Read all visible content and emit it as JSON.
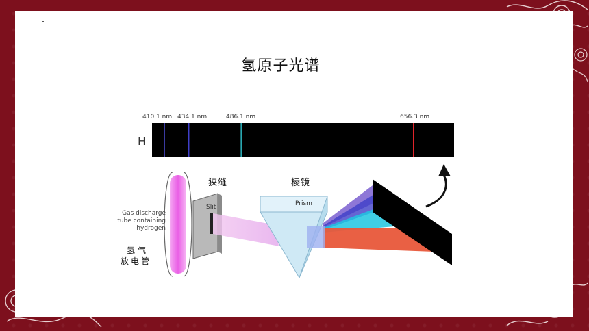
{
  "title": "氢原子光谱",
  "element_symbol": "H",
  "lines": [
    {
      "wavelength_label": "410.1 nm",
      "wavelength_nm": 410.1,
      "color": "#3a3aa0"
    },
    {
      "wavelength_label": "434.1 nm",
      "wavelength_nm": 434.1,
      "color": "#3f3fc8"
    },
    {
      "wavelength_label": "486.1 nm",
      "wavelength_nm": 486.1,
      "color": "#2aa7b0"
    },
    {
      "wavelength_label": "656.3 nm",
      "wavelength_nm": 656.3,
      "color": "#e0242a"
    }
  ],
  "labels": {
    "slit_cn": "狭缝",
    "prism_cn": "棱镜",
    "slit_en": "Slit",
    "prism_en": "Prism",
    "tube_en_1": "Gas discharge",
    "tube_en_2": "tube containing",
    "tube_en_3": "hydrogen",
    "tube_cn_1": "氢气",
    "tube_cn_2": "放电管"
  },
  "colors": {
    "frame": "#7d101d",
    "tube": "#e86ee6",
    "red_beam": "#e8573a",
    "cyan_beam": "#1fc6e0",
    "purple_beam": "#7a5fd0"
  }
}
